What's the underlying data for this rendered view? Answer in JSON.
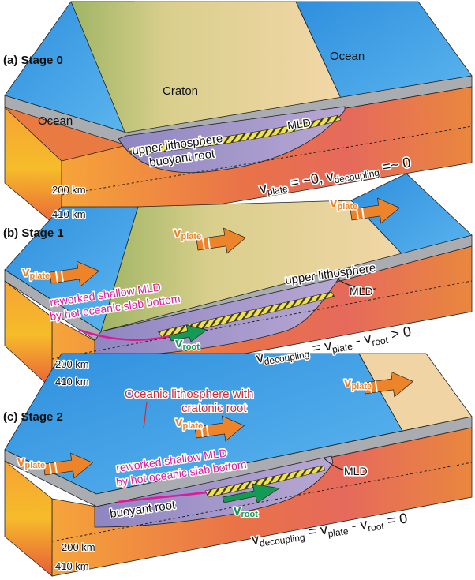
{
  "stages": [
    {
      "label": "(a) Stage 0",
      "domains": [
        "Ocean",
        "Craton",
        "Ocean"
      ],
      "layers": [
        "upper lithosphere",
        "buoyant root",
        "MLD"
      ],
      "depths": [
        "200 km",
        "410 km"
      ],
      "equation": {
        "v1": "v",
        "s1": "plate",
        "mid": " = ~0, ",
        "v2": "v",
        "s2": "decoupling",
        "rhs": " =~ 0"
      }
    },
    {
      "label": "(b) Stage 1",
      "arrows": [
        {
          "v": "v",
          "s": "plate"
        },
        {
          "v": "v",
          "s": "plate"
        },
        {
          "v": "v",
          "s": "plate"
        }
      ],
      "root_arrow": {
        "v": "v",
        "s": "root"
      },
      "layers": [
        "upper lithosphere",
        "MLD"
      ],
      "rework": [
        "reworked shallow MLD",
        "by hot oceanic slab bottom"
      ],
      "depths": [
        "200 km",
        "410 km"
      ],
      "equation": {
        "v1": "v",
        "s1": "decoupling",
        "mid": " = v",
        "s2": "plate",
        "mid2": " - v",
        "s3": "root",
        "rhs": " > 0"
      }
    },
    {
      "label": "(c) Stage 2",
      "note": [
        "Oceanic lithosphere with",
        "cratonic root"
      ],
      "arrows": [
        {
          "v": "v",
          "s": "plate"
        },
        {
          "v": "v",
          "s": "plate"
        },
        {
          "v": "v",
          "s": "plate"
        }
      ],
      "root_arrow": {
        "v": "v",
        "s": "root"
      },
      "layers": [
        "buoyant root",
        "MLD"
      ],
      "rework": [
        "reworked shallow MLD",
        "by hot oceanic slab bottom"
      ],
      "depths": [
        "200 km",
        "410 km"
      ],
      "equation": {
        "v1": "v",
        "s1": "decoupling",
        "mid": " = v",
        "s2": "plate",
        "mid2": " - v",
        "s3": "root",
        "rhs": " = 0"
      }
    }
  ],
  "colors": {
    "ocean": "#3e9be3",
    "craton_green": "#a9b86e",
    "craton_tan": "#f1d4a4",
    "crust_grey": "#a9acb0",
    "mantle": "#e77a43",
    "root_purple": "#a396c7",
    "mld_yellow": "#f2e24b",
    "rework_magenta": "#e0189a",
    "arrow_orange": "#ee8429",
    "root_arrow_green": "#139a55",
    "note_red": "#d42b33"
  }
}
